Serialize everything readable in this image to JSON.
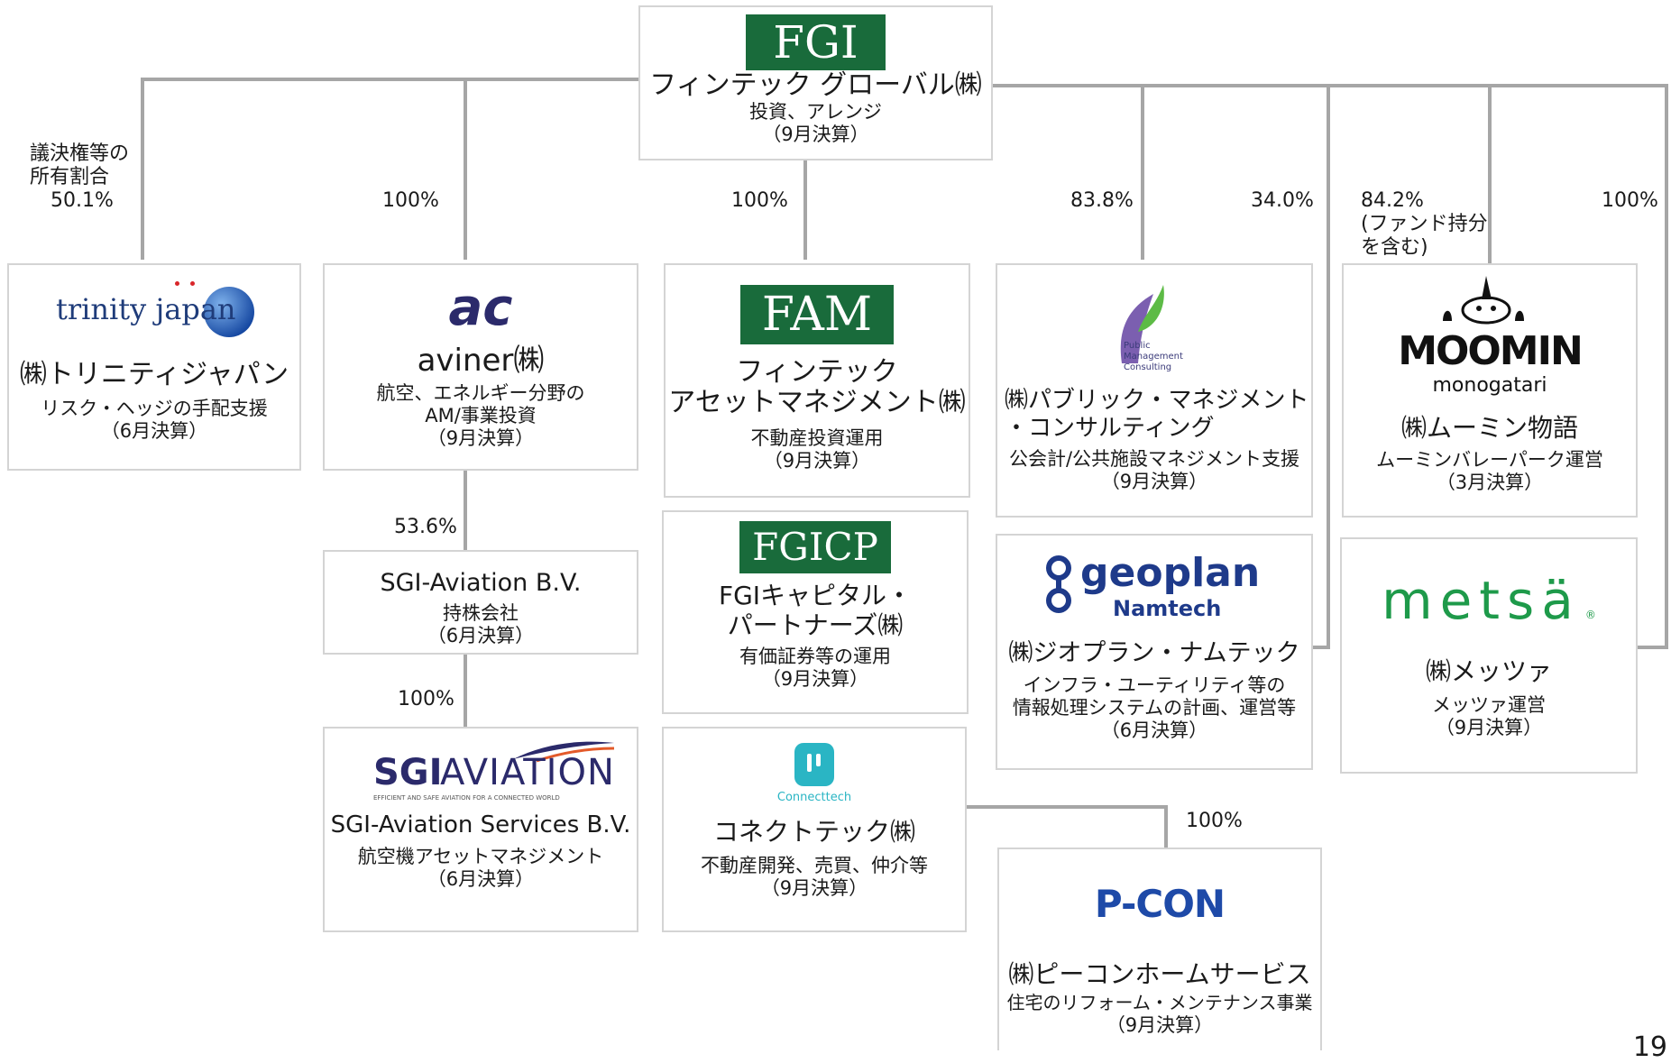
{
  "parent": {
    "logo": "FGI",
    "name": "フィンテック グローバル㈱",
    "desc": "投資、アレンジ",
    "fiscal": "（9月決算）"
  },
  "percentages": {
    "trinity_label": "議決権等の\n所有割合",
    "trinity": "50.1%",
    "aviner": "100%",
    "fam": "100%",
    "pmc": "83.8%",
    "geoplan": "34.0%",
    "moomin": "84.2%\n(ファンド持分\nを含む)",
    "metsa": "100%",
    "sgi_bv": "53.6%",
    "sgi_services": "100%",
    "pcon": "100%"
  },
  "companies": {
    "trinity": {
      "logo": "trinity japan",
      "name": "㈱トリニティジャパン",
      "desc": "リスク・ヘッジの手配支援",
      "fiscal": "（6月決算）"
    },
    "aviner": {
      "logo": "ac",
      "name": "aviner㈱",
      "desc": "航空、エネルギー分野の\nAM/事業投資",
      "fiscal": "（9月決算）"
    },
    "fam": {
      "logo": "FAM",
      "name": "フィンテック\nアセットマネジメント㈱",
      "desc": "不動産投資運用",
      "fiscal": "（9月決算）"
    },
    "fgicp": {
      "logo": "FGICP",
      "name": "FGIキャピタル・\nパートナーズ㈱",
      "desc": "有価証券等の運用",
      "fiscal": "（9月決算）"
    },
    "connecttech": {
      "logo": "Connecttech",
      "name": "コネクトテック㈱",
      "desc": "不動産開発、売買、仲介等",
      "fiscal": "（9月決算）"
    },
    "pmc": {
      "logo": "Public\nManagement\nConsulting",
      "name": "㈱パブリック・マネジメント\n・コンサルティング",
      "desc": "公会計/公共施設マネジメント支援",
      "fiscal": "（9月決算）"
    },
    "geoplan": {
      "logo": "geoplan",
      "logo2": "Namtech",
      "name": "㈱ジオプラン・ナムテック",
      "desc": "インフラ・ユーティリティ等の\n情報処理システムの計画、運営等",
      "fiscal": "（6月決算）"
    },
    "pcon": {
      "logo": "P-CON",
      "name": "㈱ピーコンホームサービス",
      "desc": "住宅のリフォーム・メンテナンス事業",
      "fiscal": "（9月決算）"
    },
    "moomin": {
      "logo": "MOOMIN",
      "logo2": "monogatari",
      "name": "㈱ムーミン物語",
      "desc": "ムーミンバレーパーク運営",
      "fiscal": "（3月決算）"
    },
    "metsa": {
      "logo": "metsä",
      "name": "㈱メッツァ",
      "desc": "メッツァ運営",
      "fiscal": "（9月決算）"
    },
    "sgi_bv": {
      "name": "SGI-Aviation B.V.",
      "desc": "持株会社",
      "fiscal": "（6月決算）"
    },
    "sgi_services": {
      "logo": "SGI",
      "logo2": "AVIATION",
      "tagline": "EFFICIENT AND SAFE AVIATION FOR A CONNECTED WORLD",
      "name": "SGI-Aviation Services B.V.",
      "desc": "航空機アセットマネジメント",
      "fiscal": "（6月決算）"
    }
  },
  "page_number": "19",
  "colors": {
    "green": "#196b3b",
    "line": "#a6a6a6",
    "border": "#d4d4d4",
    "navy": "#2b2a6b",
    "metsa_green": "#1e9a4a"
  }
}
